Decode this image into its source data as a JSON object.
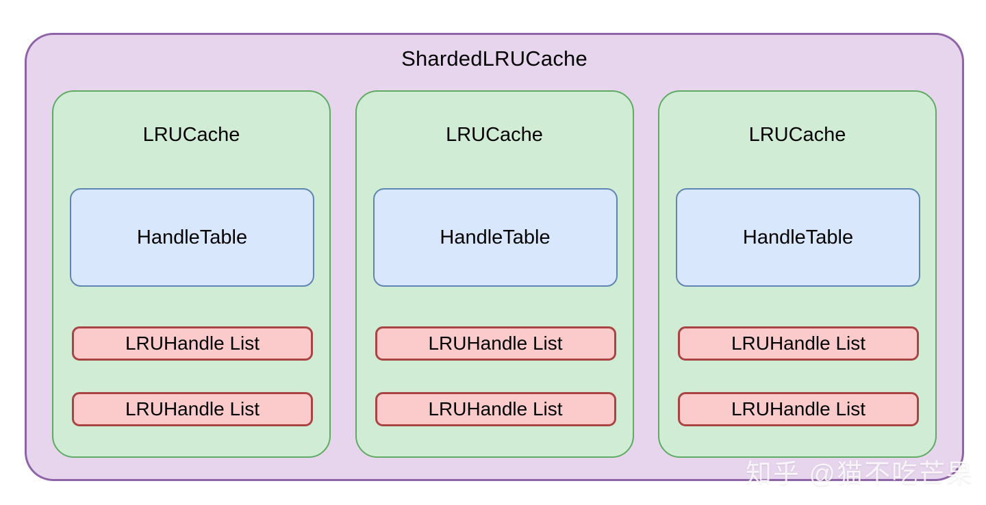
{
  "diagram": {
    "title": "ShardedLRUCache",
    "colors": {
      "outer_fill": "#e6d5ed",
      "outer_border": "#8f63a7",
      "shard_fill": "#d1ecd4",
      "shard_border": "#5cab61",
      "handle_table_fill": "#d8e7fb",
      "handle_table_border": "#5c85b2",
      "handle_list_fill": "#fbcacb",
      "handle_list_border": "#a94442",
      "text": "#000000",
      "background": "#ffffff"
    },
    "shards": [
      {
        "title": "LRUCache",
        "handle_table": "HandleTable",
        "handle_lists": [
          "LRUHandle List",
          "LRUHandle List"
        ]
      },
      {
        "title": "LRUCache",
        "handle_table": "HandleTable",
        "handle_lists": [
          "LRUHandle List",
          "LRUHandle List"
        ]
      },
      {
        "title": "LRUCache",
        "handle_table": "HandleTable",
        "handle_lists": [
          "LRUHandle List",
          "LRUHandle List"
        ]
      }
    ]
  },
  "watermark": {
    "text": "知乎 @猫不吃芒果"
  }
}
